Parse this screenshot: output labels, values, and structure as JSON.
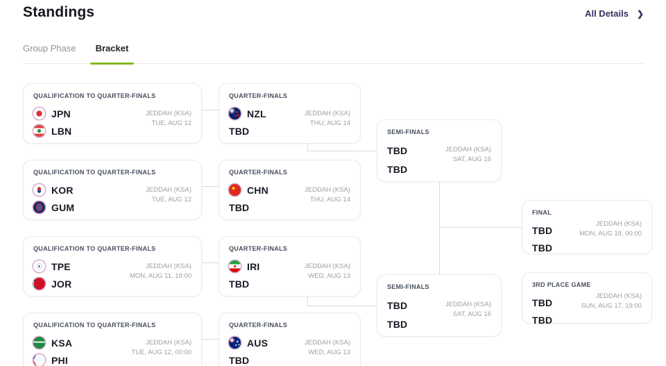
{
  "header": {
    "title": "Standings",
    "all_details_label": "All Details",
    "chevron": "❯"
  },
  "tabs": {
    "group_phase": "Group Phase",
    "bracket": "Bracket",
    "active_tab": "Bracket"
  },
  "colors": {
    "accent_green": "#84b81e",
    "link_purple": "#3a3160",
    "flag_ring_pink": "#d5a8c8"
  },
  "bracket": {
    "matches": [
      {
        "round": "QUALIFICATION TO QUARTER-FINALS",
        "team1": "JPN",
        "team2": "LBN",
        "flag1": "japan-flag",
        "flag2": "lebanon-flag",
        "venue": "JEDDAH (KSA)",
        "datetime": "TUE, AUG 12"
      },
      {
        "round": "QUALIFICATION TO QUARTER-FINALS",
        "team1": "KOR",
        "team2": "GUM",
        "flag1": "south-korea-flag",
        "flag2": "guam-flag",
        "venue": "JEDDAH (KSA)",
        "datetime": "TUE, AUG 12"
      },
      {
        "round": "QUALIFICATION TO QUARTER-FINALS",
        "team1": "TPE",
        "team2": "JOR",
        "flag1": "chinese-taipei-flag",
        "flag2": "jordan-flag",
        "venue": "JEDDAH (KSA)",
        "datetime": "MON, AUG 11, 19:00"
      },
      {
        "round": "QUALIFICATION TO QUARTER-FINALS",
        "team1": "KSA",
        "team2": "PHI",
        "flag1": "saudi-arabia-flag",
        "flag2": "philippines-flag",
        "venue": "JEDDAH (KSA)",
        "datetime": "TUE, AUG 12, 00:00"
      },
      {
        "round": "QUARTER-FINALS",
        "team1": "NZL",
        "team2": "TBD",
        "flag1": "new-zealand-flag",
        "flag2": null,
        "venue": "JEDDAH (KSA)",
        "datetime": "THU, AUG 14"
      },
      {
        "round": "QUARTER-FINALS",
        "team1": "CHN",
        "team2": "TBD",
        "flag1": "china-flag",
        "flag2": null,
        "venue": "JEDDAH (KSA)",
        "datetime": "THU, AUG 14"
      },
      {
        "round": "QUARTER-FINALS",
        "team1": "IRI",
        "team2": "TBD",
        "flag1": "iran-flag",
        "flag2": null,
        "venue": "JEDDAH (KSA)",
        "datetime": "WED, AUG 13"
      },
      {
        "round": "QUARTER-FINALS",
        "team1": "AUS",
        "team2": "TBD",
        "flag1": "australia-flag",
        "flag2": null,
        "venue": "JEDDAH (KSA)",
        "datetime": "WED, AUG 13"
      },
      {
        "round": "SEMI-FINALS",
        "team1": "TBD",
        "team2": "TBD",
        "flag1": null,
        "flag2": null,
        "venue": "JEDDAH (KSA)",
        "datetime": "SAT, AUG 16"
      },
      {
        "round": "SEMI-FINALS",
        "team1": "TBD",
        "team2": "TBD",
        "flag1": null,
        "flag2": null,
        "venue": "JEDDAH (KSA)",
        "datetime": "SAT, AUG 16"
      },
      {
        "round": "FINAL",
        "team1": "TBD",
        "team2": "TBD",
        "flag1": null,
        "flag2": null,
        "venue": "JEDDAH (KSA)",
        "datetime": "MON, AUG 18, 00:00"
      },
      {
        "round": "3RD PLACE GAME",
        "team1": "TBD",
        "team2": "TBD",
        "flag1": null,
        "flag2": null,
        "venue": "JEDDAH (KSA)",
        "datetime": "SUN, AUG 17, 19:00"
      }
    ]
  }
}
